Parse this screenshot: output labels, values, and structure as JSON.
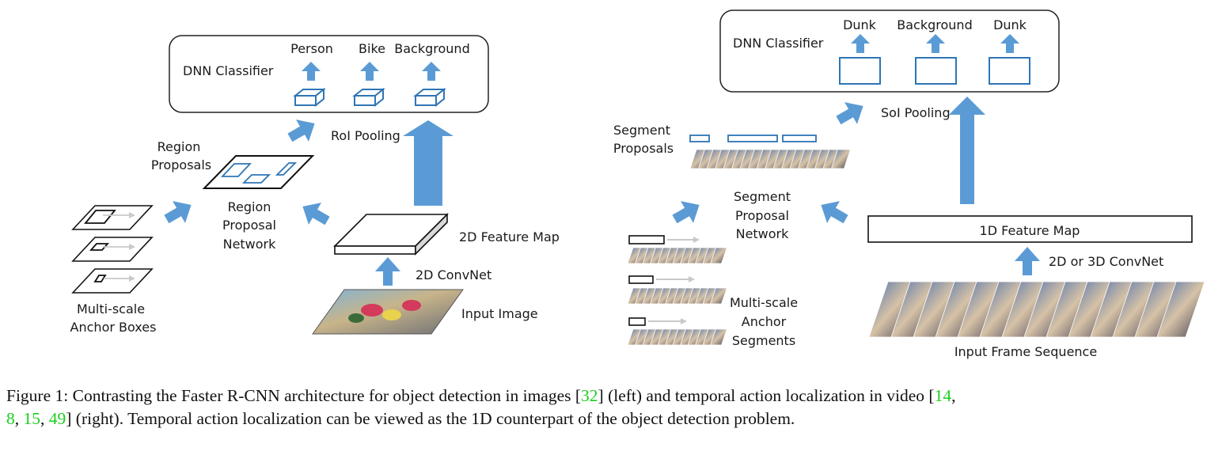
{
  "left": {
    "classifier_title": "DNN Classifier",
    "classes": [
      "Person",
      "Bike",
      "Background"
    ],
    "roi_pooling": "RoI Pooling",
    "region_proposals": [
      "Region",
      "Proposals"
    ],
    "rpn": [
      "Region",
      "Proposal",
      "Network"
    ],
    "feature_map": "2D Feature Map",
    "convnet": "2D ConvNet",
    "input": "Input Image",
    "anchor_boxes": [
      "Multi-scale",
      "Anchor Boxes"
    ]
  },
  "right": {
    "classifier_title": "DNN Classifier",
    "classes": [
      "Dunk",
      "Background",
      "Dunk"
    ],
    "soi_pooling": "SoI Pooling",
    "segment_proposals": [
      "Segment",
      "Proposals"
    ],
    "spn": [
      "Segment",
      "Proposal",
      "Network"
    ],
    "feature_map": "1D Feature Map",
    "convnet": "2D or 3D ConvNet",
    "input": "Input Frame Sequence",
    "anchor_segments": [
      "Multi-scale",
      "Anchor",
      "Segments"
    ]
  },
  "caption": {
    "prefix": "Figure 1:",
    "part1": "Contrasting the Faster R-CNN architecture for object detection in images [",
    "cite1": "32",
    "part2": "] (left) and temporal action localization in video [",
    "cite2": "14",
    "sep1": ",",
    "cite3": "8",
    "sep2": ", ",
    "cite4": "15",
    "sep3": ", ",
    "cite5": "49",
    "part3": "] (right). Temporal action localization can be viewed as the 1D counterpart of the object detection problem."
  },
  "colors": {
    "arrow": "#5b9bd5",
    "box_outline": "#2e75b6",
    "citation": "#19d01c"
  }
}
